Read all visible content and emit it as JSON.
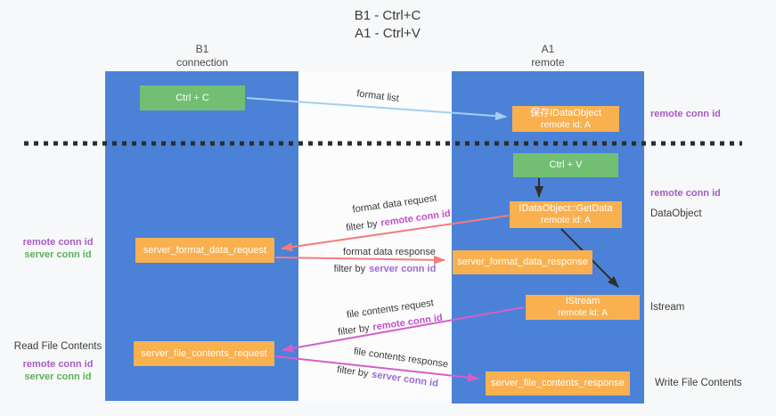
{
  "title": {
    "line1": "B1 - Ctrl+C",
    "line2": "A1 - Ctrl+V"
  },
  "lanes": {
    "left": {
      "name": "B1",
      "subtitle": "connection"
    },
    "right": {
      "name": "A1",
      "subtitle": "remote"
    }
  },
  "nodes": {
    "ctrl_c": {
      "label": "Ctrl + C"
    },
    "save_dataobject": {
      "line1": "保存IDataObject",
      "line2": "remote id: A"
    },
    "ctrl_v": {
      "label": "Ctrl + V"
    },
    "getdata": {
      "line1": "IDataObject::GetData",
      "line2": "remote id: A"
    },
    "server_format_data_request": {
      "label": "server_format_data_request"
    },
    "server_format_data_response": {
      "label": "server_format_data_response"
    },
    "istream": {
      "line1": "IStream",
      "line2": "remote id: A"
    },
    "server_file_contents_request": {
      "label": "server_file_contents_request"
    },
    "server_file_contents_response": {
      "label": "server_file_contents_response"
    }
  },
  "edge_labels": {
    "format_list": "format list",
    "format_data_request": "format data request",
    "format_data_response": "format data response",
    "file_contents_request": "file contents request",
    "file_contents_response": "file contents response",
    "filter_by": "filter by",
    "remote_conn_id": "remote conn id",
    "server_conn_id": "server conn id"
  },
  "side_labels": {
    "left": {
      "remote_conn_id_top": "remote conn id",
      "server_conn_id_top": "server conn id",
      "read_file_contents": "Read File Contents",
      "remote_conn_id_bottom": "remote conn id",
      "server_conn_id_bottom": "server conn id"
    },
    "right": {
      "remote_conn_id_top": "remote conn id",
      "remote_conn_id_mid": "remote conn id",
      "dataobject": "DataObject",
      "istream": "Istream",
      "write_file_contents": "Write File Contents"
    }
  },
  "colors": {
    "lane_blue": "#4b82d7",
    "node_orange": "#f9b04f",
    "node_green": "#72bf73",
    "arrow_light_blue": "#a3d0f0",
    "arrow_red": "#f17d7d",
    "arrow_magenta": "#d45fc9",
    "arrow_black": "#2f2f2f",
    "label_purple": "#a85ac8",
    "label_green": "#5cb05c",
    "filter_magenta": "#c24fc9",
    "filter_purple": "#9a6ad4"
  }
}
